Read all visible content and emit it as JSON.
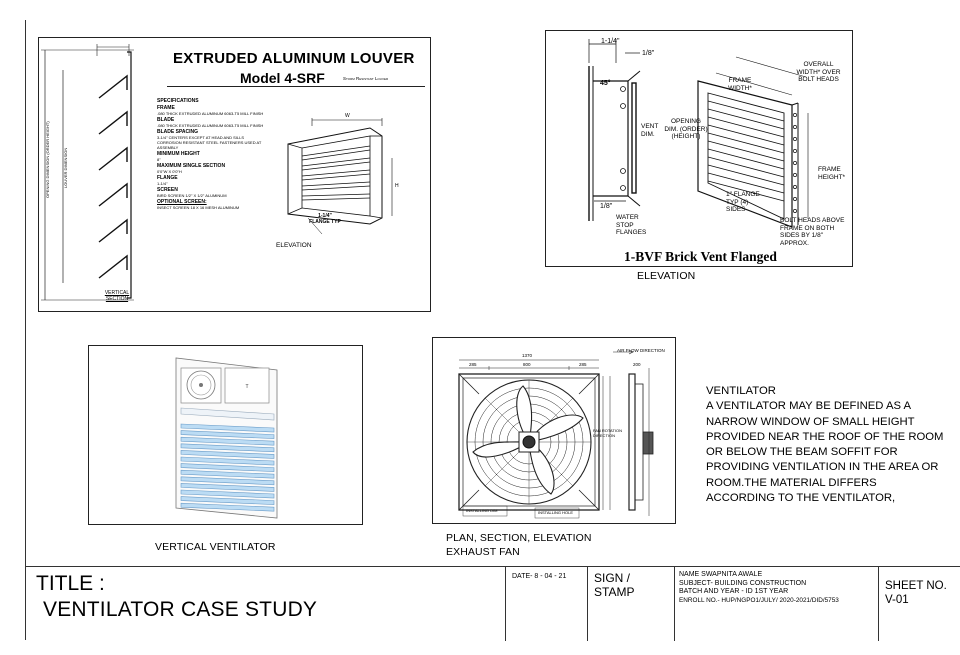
{
  "louver": {
    "title": "EXTRUDED ALUMINUM LOUVER",
    "model": "Model 4-SRF",
    "tagline": "Storm Resistant Louver",
    "specs_heading": "SPECIFICATIONS",
    "specs": [
      {
        "label": "FRAME",
        "text": ".080 THICK EXTRUDED ALUMINUM 6063-T5 MILL FINISH"
      },
      {
        "label": "BLADE",
        "text": ".080 THICK EXTRUDED ALUMINUM 6063-T5 MILL FINISH"
      },
      {
        "label": "BLADE SPACING",
        "text": "3-1/4\" CENTERS EXCEPT AT HEAD AND SILLS CORROSION RESISTANT STEEL FASTENERS USED AT ASSEMBLY"
      },
      {
        "label": "MINIMUM HEIGHT",
        "text": "8\""
      },
      {
        "label": "MAXIMUM SINGLE SECTION",
        "text": "0'0\"W X 0'0\"H"
      },
      {
        "label": "FLANGE",
        "text": "1-1/4\""
      },
      {
        "label": "SCREEN",
        "text": "BIRD SCREEN 1/2\" X 1/2\" ALUMINUM"
      }
    ],
    "optional_heading": "OPTIONAL SCREEN:",
    "optional_text": "INSECT SCREEN 18 X 16 MESH ALUMINUM",
    "flange_note": "1-1/4\" FLANGE TYP",
    "elevation_label": "ELEVATION",
    "section_label": "VERTICAL SECTION",
    "dim_w": "W",
    "dim_h": "H"
  },
  "bvf": {
    "title": "1-BVF Brick Vent Flanged",
    "caption": "ELEVATION",
    "labels": {
      "d1": "1-1/4\"",
      "d2": "1/8\"",
      "d3": "45°",
      "vent": "VENT DIM.",
      "opening": "OPENING DIM. (ORDER) (HEIGHT)",
      "d4": "1/8\"",
      "water_stop": "WATER STOP FLANGES",
      "flange": "1\" FLANGE TYP (4) SIDES",
      "frame_width": "FRAME WIDTH*",
      "overall": "OVERALL WIDTH* OVER BOLT HEADS",
      "frame_height": "FRAME HEIGHT*",
      "bolt_heads": "BOLT HEADS ABOVE FRAME ON BOTH SIDES BY 1/8\" APPROX."
    }
  },
  "vertical_ventilator": {
    "caption": "VERTICAL VENTILATOR"
  },
  "fan": {
    "caption_line1": "PLAN, SECTION, ELEVATION",
    "caption_line2": "EXHAUST FAN",
    "air_flow": "AIR FLOW DIRECTION",
    "dim_top": "1370",
    "dim_a": "285",
    "dim_b": "800",
    "dim_c": "285",
    "dim_side": "200",
    "install_left": "INSTALLING DIM",
    "install_right": "INSTALLING HOLE",
    "rotation": "FAN ROTATION DIRECTION"
  },
  "note": {
    "heading": "VENTILATOR",
    "lines": [
      "A VENTILATOR MAY BE DEFINED AS A",
      "NARROW WINDOW OF SMALL HEIGHT",
      "PROVIDED NEAR THE ROOF OF THE ROOM",
      "OR BELOW THE BEAM SOFFIT FOR",
      "PROVIDING VENTILATION IN THE AREA OR",
      "ROOM.THE MATERIAL DIFFERS",
      "ACCORDING TO THE VENTILATOR,"
    ]
  },
  "title_block": {
    "title_label": "TITLE :",
    "title_value": "VENTILATOR CASE STUDY",
    "date": "DATE- 8 - 04 - 21",
    "sign_line1": "SIGN /",
    "sign_line2": "STAMP",
    "name": "NAME  SWAPNITA AWALE",
    "subject": "SUBJECT- BUILDING CONSTRUCTION",
    "batch": "BATCH AND YEAR - ID 1ST YEAR",
    "enroll": "ENROLL NO.- HUP/NGPO1/JULY/ 2020-2021/DID/5753",
    "sheet_label": "SHEET NO.",
    "sheet_value": "V-01"
  }
}
